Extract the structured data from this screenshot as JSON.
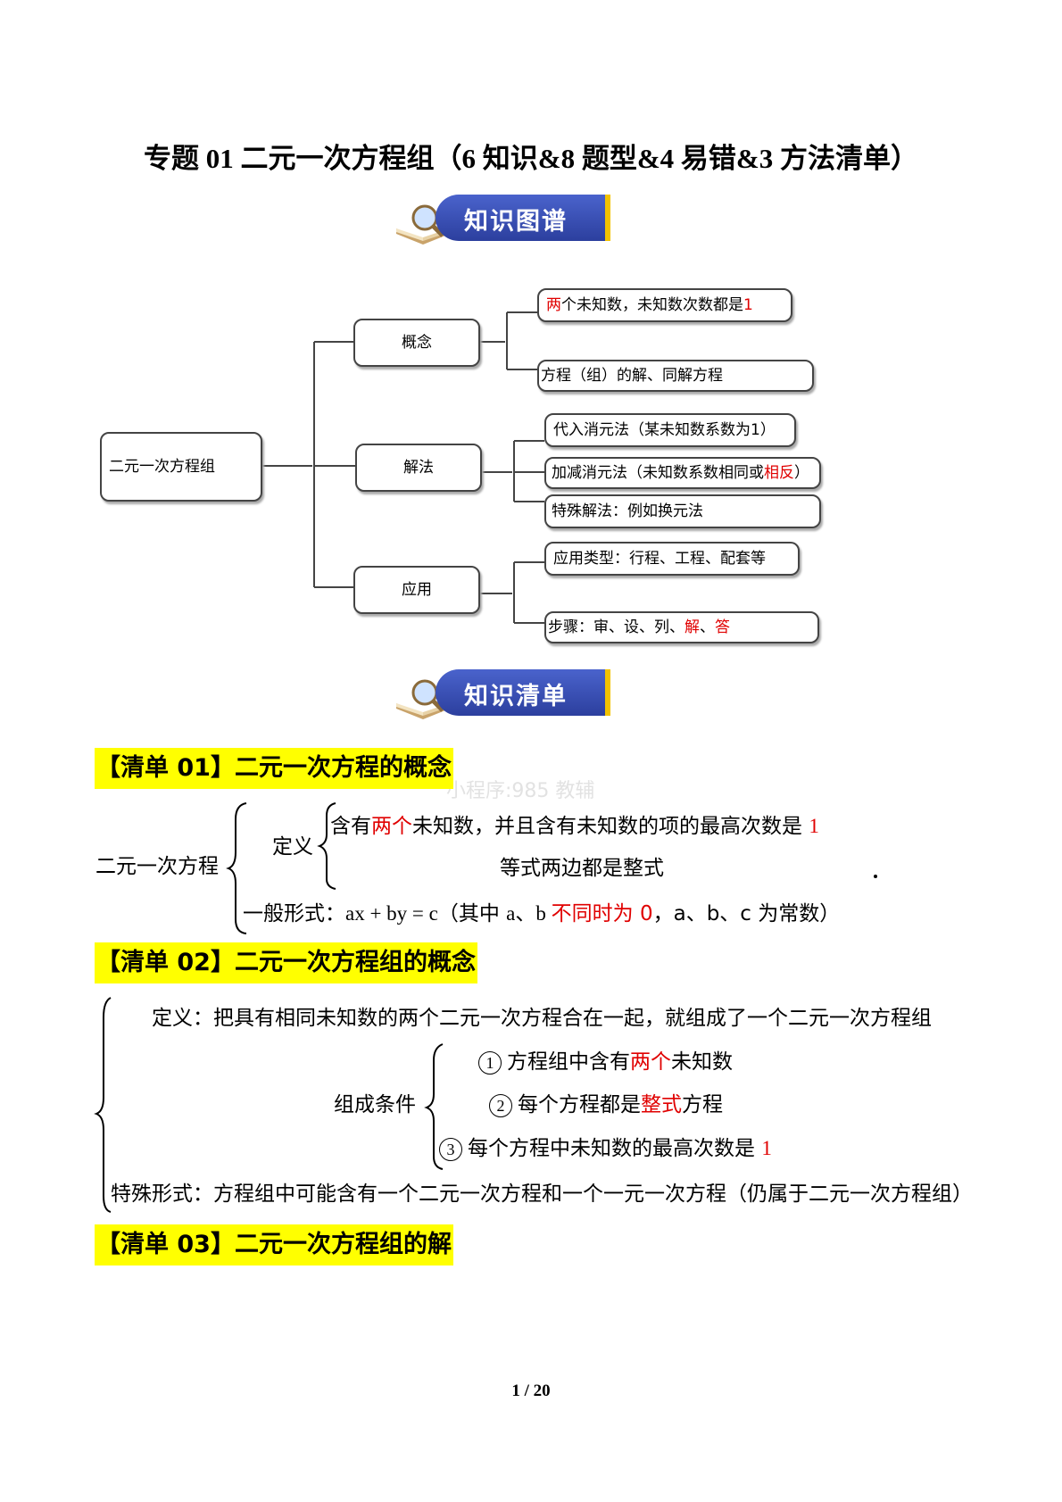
{
  "header": {
    "title": "专题 01  二元一次方程组（6 知识&8 题型&4 易错&3 方法清单）"
  },
  "banners": {
    "knowledge_map": "知识图谱",
    "knowledge_list": "知识清单"
  },
  "mindmap": {
    "root": "二元一次方程组",
    "concept": {
      "label": "概念",
      "leaf1": {
        "red": "两",
        "text": "个未知数，未知数次数都是",
        "red_end": "1"
      },
      "leaf2": "方程（组）的解、同解方程"
    },
    "solution": {
      "label": "解法",
      "leaf1": "代入消元法（某未知数系数为1）",
      "leaf2": {
        "text": "加减消元法（未知数系数相同或",
        "red": "相反",
        "end": "）"
      },
      "leaf3": "特殊解法：例如换元法"
    },
    "application": {
      "label": "应用",
      "leaf1": "应用类型：行程、工程、配套等",
      "leaf2": {
        "text": "步骤：审、设、列、",
        "red1": "解",
        "sep": "、",
        "red2": "答"
      }
    }
  },
  "list01": {
    "heading": "【清单 01】二元一次方程的概念",
    "term": "二元一次方程",
    "definition_label": "定义",
    "def_line1": {
      "a": "含有",
      "red1": "两个",
      "b": "未知数，并且含有未知数的项的最高次数是 ",
      "red2": "1"
    },
    "def_line2": "等式两边都是整式",
    "general": {
      "a": "一般形式：",
      "b": "ax + by = c",
      "c": "（其中 ",
      "d": "a、b ",
      "red1": "不同时为 0",
      "e": "，a、b、c 为常数）"
    }
  },
  "list02": {
    "heading": "【清单 02】二元一次方程组的概念",
    "definition": "定义：把具有相同未知数的两个二元一次方程合在一起，就组成了一个二元一次方程组",
    "conditions_label": "组成条件",
    "cond1": {
      "num": "1",
      "a": "方程组中含有",
      "red": "两个",
      "b": "未知数"
    },
    "cond2": {
      "num": "2",
      "a": "每个方程都是",
      "red": "整式",
      "b": "方程"
    },
    "cond3": {
      "num": "3",
      "a": "每个方程中未知数的最高次数是 ",
      "red": "1"
    },
    "special": "特殊形式：方程组中可能含有一个二元一次方程和一个一元一次方程（仍属于二元一次方程组）"
  },
  "list03": {
    "heading": "【清单 03】二元一次方程组的解"
  },
  "watermark": "小程序:985 教辅",
  "footer": {
    "page": "1 / 20"
  }
}
